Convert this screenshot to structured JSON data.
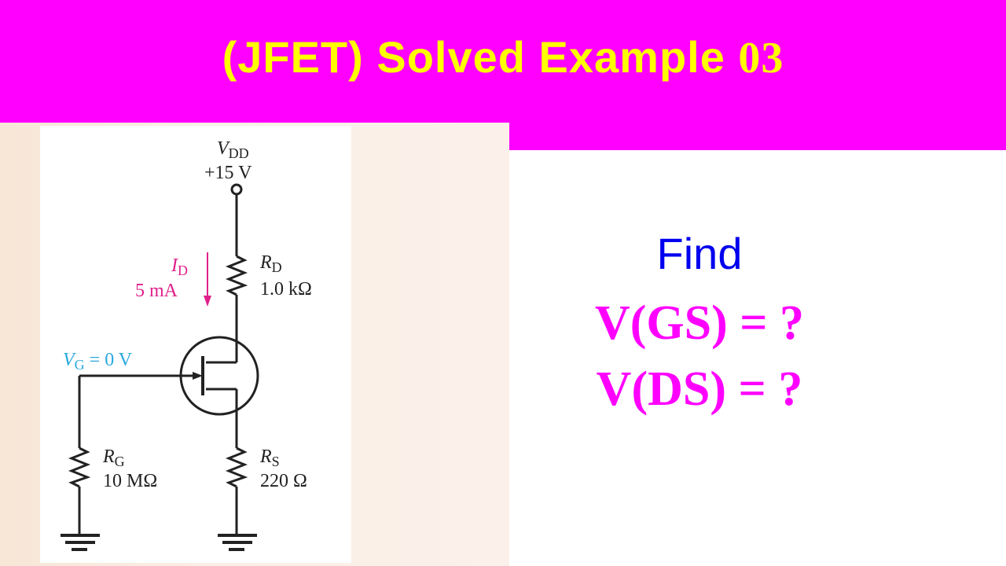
{
  "header": {
    "title_prefix": "(JFET) Solved Example ",
    "title_number": "03",
    "background_color": "#ff00ff",
    "text_color": "#ffff00"
  },
  "circuit": {
    "supply_label": "V",
    "supply_sub": "DD",
    "supply_value": "+15 V",
    "drain_current_label": "I",
    "drain_current_sub": "D",
    "drain_current_value": "5 mA",
    "rd_label": "R",
    "rd_sub": "D",
    "rd_value": "1.0 kΩ",
    "vg_label": "V",
    "vg_sub": "G",
    "vg_value": "= 0 V",
    "rg_label": "R",
    "rg_sub": "G",
    "rg_value": "10 MΩ",
    "rs_label": "R",
    "rs_sub": "S",
    "rs_value": "220 Ω",
    "annotation_color_current": "#e0208a",
    "annotation_color_vg": "#2aa8e0"
  },
  "question": {
    "find_label": "Find",
    "q1": "V(GS) = ?",
    "q2": "V(DS) = ?",
    "find_color": "#0000ee",
    "question_color": "#ff00ff"
  }
}
